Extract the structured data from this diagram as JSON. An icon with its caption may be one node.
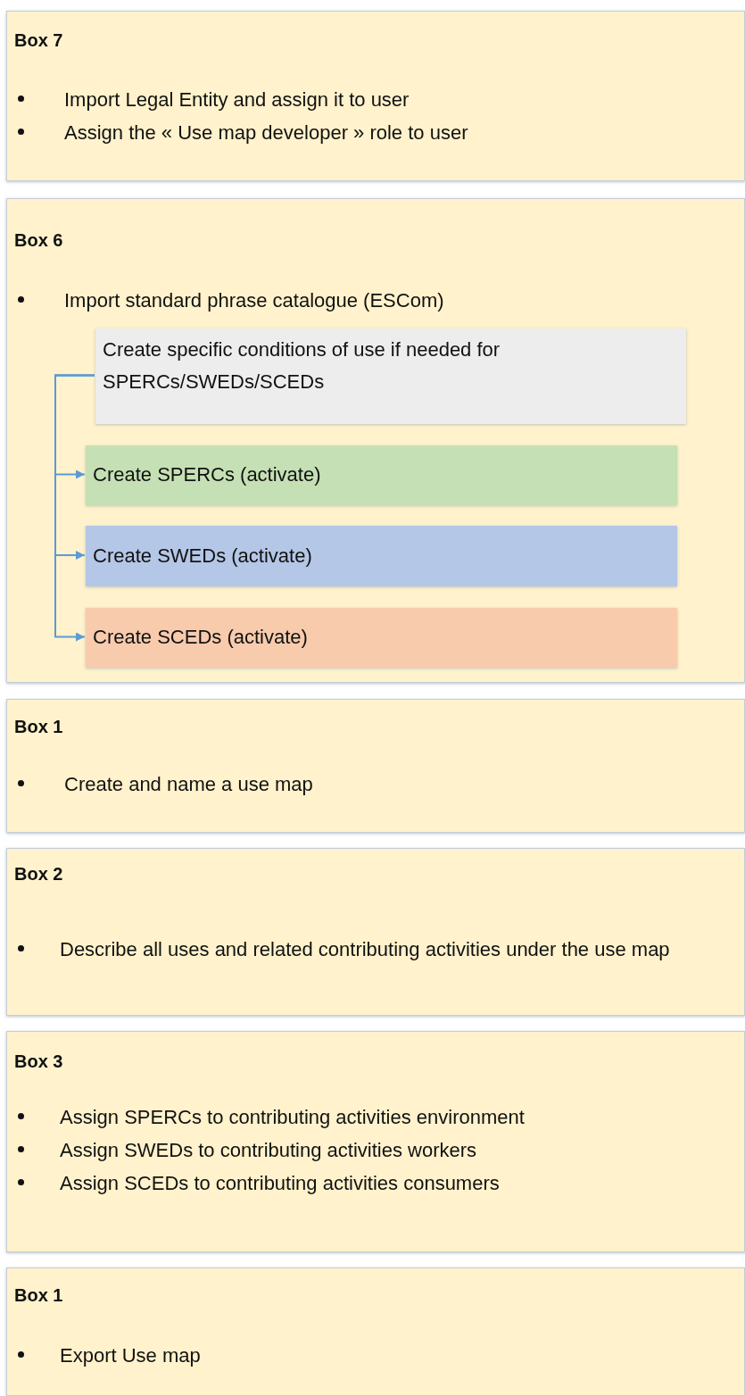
{
  "diagram": {
    "nodes": [
      {
        "text": [
          "Box 7",
          "Import Legal Entity and assign it to user",
          "Assign the « Use map developer » role to user"
        ]
      },
      {
        "text": [
          "Box 6",
          "Import standard phrase catalogue (ESCom)"
        ]
      },
      {
        "text": [
          "Create specific conditions of use if needed for SPERCs/SWEDs/SCEDs"
        ],
        "in": 1
      },
      {
        "text": [
          "Create SPERCs (activate)"
        ],
        "in": 1
      },
      {
        "text": [
          "Create SWEDs (activate)"
        ],
        "in": 1
      },
      {
        "text": [
          "Create SCEDs (activate)"
        ],
        "in": 1
      },
      {
        "text": [
          "Box 1",
          "Create and name a use map"
        ]
      },
      {
        "text": [
          "Box 2",
          "Describe all uses and related contributing activities under the use map"
        ]
      },
      {
        "text": [
          "Box 3",
          "Assign SPERCs to contributing activities environment",
          "Assign SWEDs to contributing activities workers",
          "Assign SCEDs to contributing activities consumers"
        ]
      },
      {
        "text": [
          "Box 1",
          "Export Use map"
        ]
      }
    ],
    "edges": [
      {
        "from": 2,
        "to": 3,
        "arrow": "to"
      },
      {
        "from": 2,
        "to": 4,
        "arrow": "to"
      },
      {
        "from": 2,
        "to": 5,
        "arrow": "to"
      }
    ]
  }
}
